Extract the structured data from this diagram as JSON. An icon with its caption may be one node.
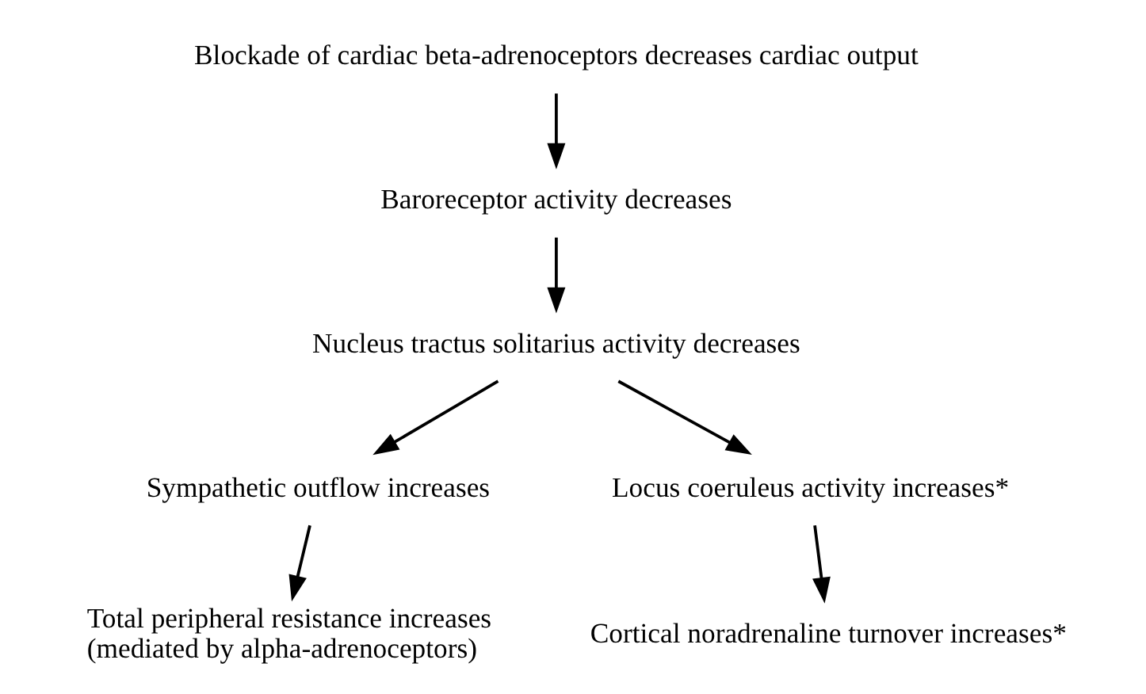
{
  "diagram": {
    "nodes": [
      {
        "text": [
          "Blockade of cardiac beta-adrenoceptors decreases cardiac output"
        ]
      },
      {
        "text": [
          "Baroreceptor activity decreases"
        ]
      },
      {
        "text": [
          "Nucleus tractus solitarius activity decreases"
        ]
      },
      {
        "text": [
          "Sympathetic outflow increases"
        ]
      },
      {
        "text": [
          "Locus coeruleus activity increases*"
        ]
      },
      {
        "text": [
          "Total peripheral resistance increases (mediated by alpha-adrenoceptors)"
        ]
      },
      {
        "text": [
          "Cortical noradrenaline turnover increases*"
        ]
      }
    ],
    "edges": [
      {
        "from": 0,
        "to": 1,
        "arrow": "to"
      },
      {
        "from": 1,
        "to": 2,
        "arrow": "to"
      },
      {
        "from": 2,
        "to": 3,
        "arrow": "to"
      },
      {
        "from": 2,
        "to": 4,
        "arrow": "to"
      },
      {
        "from": 3,
        "to": 5,
        "arrow": "to"
      },
      {
        "from": 4,
        "to": 6,
        "arrow": "to"
      }
    ]
  }
}
